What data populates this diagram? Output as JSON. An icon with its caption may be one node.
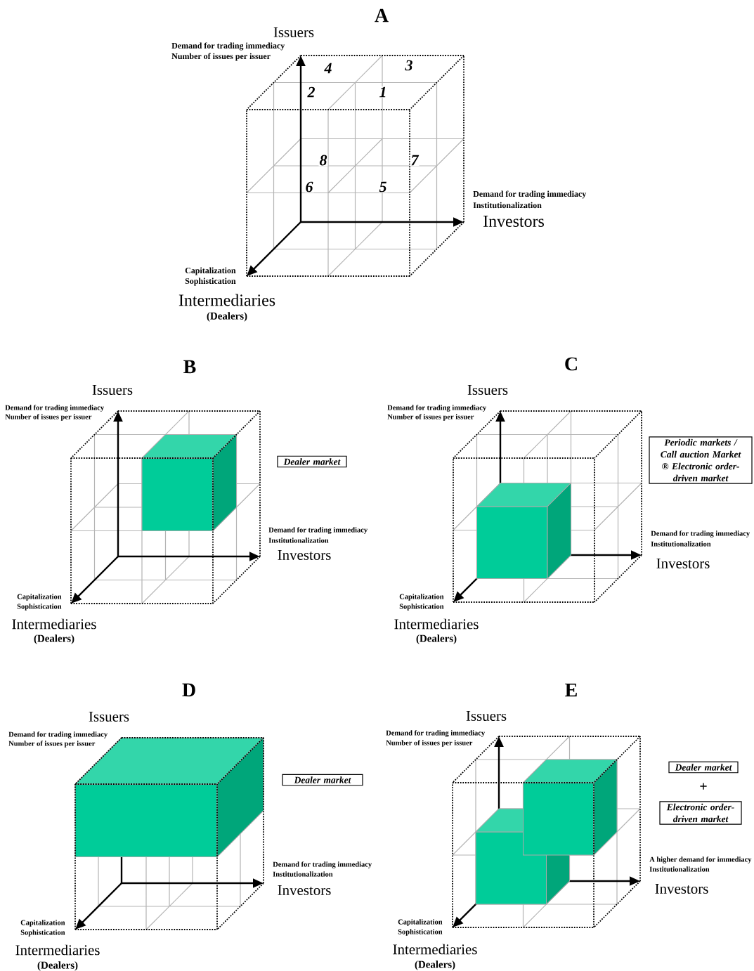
{
  "diagram": {
    "nodes": [
      {
        "text": [
          "Dealer market"
        ]
      },
      {
        "text": [
          "Periodic markets / Call auction Market ® Electronic order-driven market"
        ]
      },
      {
        "text": [
          "Dealer market"
        ]
      },
      {
        "text": [
          "Dealer market"
        ]
      },
      {
        "text": [
          "Electronic order-driven market"
        ]
      }
    ],
    "labels": [
      "A",
      "Issuers",
      "Demand for trading immediacy",
      "Number of issues per issuer",
      "4",
      "3",
      "2",
      "1",
      "8",
      "7",
      "6",
      "5",
      "Demand for trading immediacy",
      "Institutionalization",
      "Investors",
      "Capitalization",
      "Sophistication",
      "Intermediaries",
      "(Dealers)",
      "B",
      "Issuers",
      "Demand for trading immediacy",
      "Number of issues per issuer",
      "Demand for trading immediacy",
      "Institutionalization",
      "Investors",
      "Capitalization",
      "Sophistication",
      "Intermediaries",
      "(Dealers)",
      "C",
      "Issuers",
      "Demand for trading immediacy",
      "Number of issues per issuer",
      "Demand for trading immediacy",
      "Institutionalization",
      "Investors",
      "Capitalization",
      "Sophistication",
      "Intermediaries",
      "(Dealers)",
      "D",
      "Issuers",
      "Demand for trading immediacy",
      "Number of issues per issuer",
      "Demand for trading immediacy",
      "Institutionalization",
      "Investors",
      "Capitalization",
      "Sophistication",
      "Intermediaries",
      "(Dealers)",
      "E",
      "Issuers",
      "Demand for trading immediacy",
      "Number of issues per issuer",
      "+",
      "A higher demand for immediacy",
      "Institutionalization",
      "Investors",
      "Capitalization",
      "Sophistication",
      "Intermediaries",
      "(Dealers)"
    ]
  }
}
